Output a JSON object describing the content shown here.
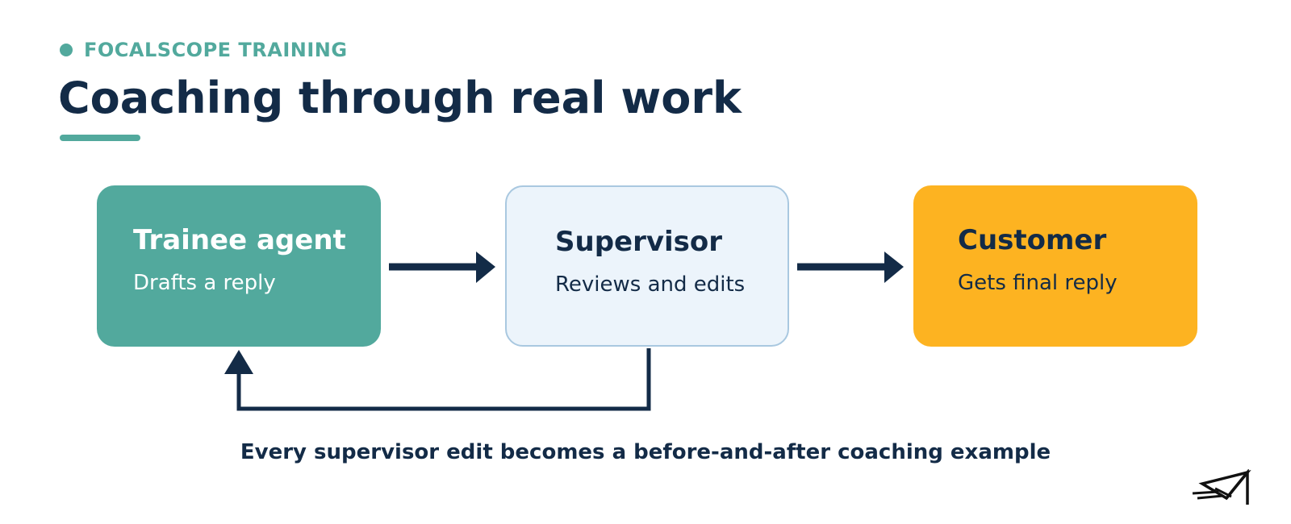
{
  "header": {
    "eyebrow": "FOCALSCOPE TRAINING",
    "title": "Coaching through real work"
  },
  "flow": {
    "nodes": [
      {
        "title": "Trainee agent",
        "subtitle": "Drafts a reply",
        "color": "#52a99d"
      },
      {
        "title": "Supervisor",
        "subtitle": "Reviews and edits",
        "color": "#ecf4fb"
      },
      {
        "title": "Customer",
        "subtitle": "Gets final reply",
        "color": "#fdb321"
      }
    ],
    "edges": [
      {
        "from": "Trainee agent",
        "to": "Supervisor"
      },
      {
        "from": "Supervisor",
        "to": "Customer"
      },
      {
        "from": "Supervisor",
        "to": "Trainee agent"
      }
    ]
  },
  "caption": "Every supervisor edit becomes a before-and-after coaching example",
  "logo_icon": "paper-plane-icon",
  "colors": {
    "accent": "#52a99d",
    "navy": "#132b47",
    "amber": "#fdb321",
    "light_blue": "#ecf4fb"
  }
}
